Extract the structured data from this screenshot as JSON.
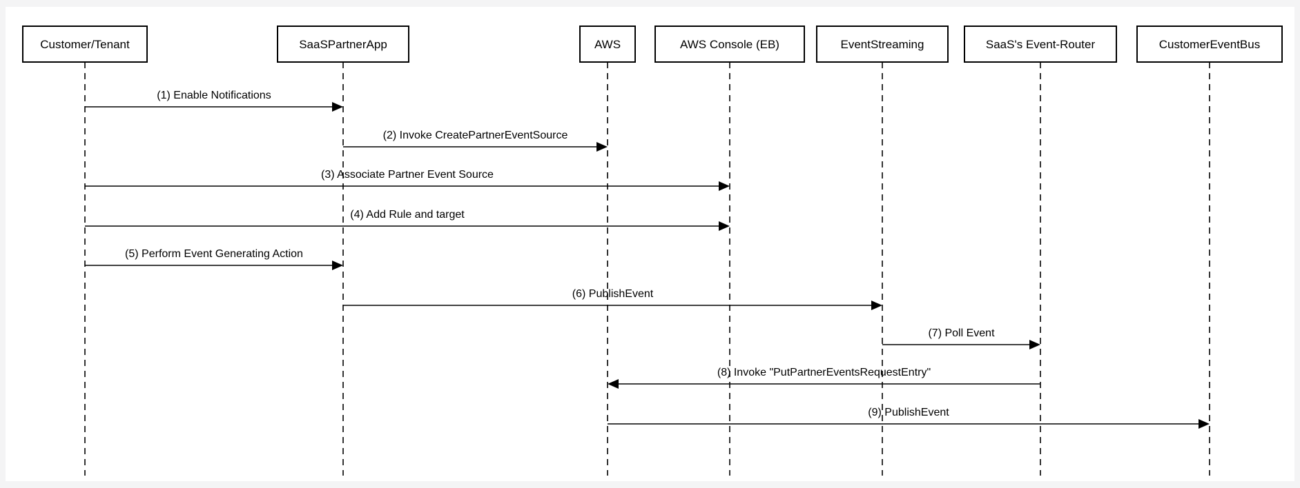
{
  "participants": [
    {
      "id": "customer",
      "label": "Customer/Tenant"
    },
    {
      "id": "saas",
      "label": "SaaSPartnerApp"
    },
    {
      "id": "aws",
      "label": "AWS"
    },
    {
      "id": "console",
      "label": "AWS Console (EB)"
    },
    {
      "id": "streaming",
      "label": "EventStreaming"
    },
    {
      "id": "router",
      "label": "SaaS's Event-Router"
    },
    {
      "id": "bus",
      "label": "CustomerEventBus"
    }
  ],
  "messages": [
    {
      "from": "customer",
      "to": "saas",
      "label": "(1) Enable Notifications"
    },
    {
      "from": "saas",
      "to": "aws",
      "label": "(2) Invoke CreatePartnerEventSource"
    },
    {
      "from": "customer",
      "to": "console",
      "label": "(3) Associate Partner Event Source"
    },
    {
      "from": "customer",
      "to": "console",
      "label": "(4) Add Rule and target"
    },
    {
      "from": "customer",
      "to": "saas",
      "label": "(5) Perform Event Generating Action"
    },
    {
      "from": "saas",
      "to": "streaming",
      "label": "(6) PublishEvent"
    },
    {
      "from": "streaming",
      "to": "router",
      "label": "(7) Poll Event"
    },
    {
      "from": "router",
      "to": "aws",
      "label": "(8) Invoke \"PutPartnerEventsRequestEntry\""
    },
    {
      "from": "aws",
      "to": "bus",
      "label": "(9) PublishEvent"
    }
  ]
}
